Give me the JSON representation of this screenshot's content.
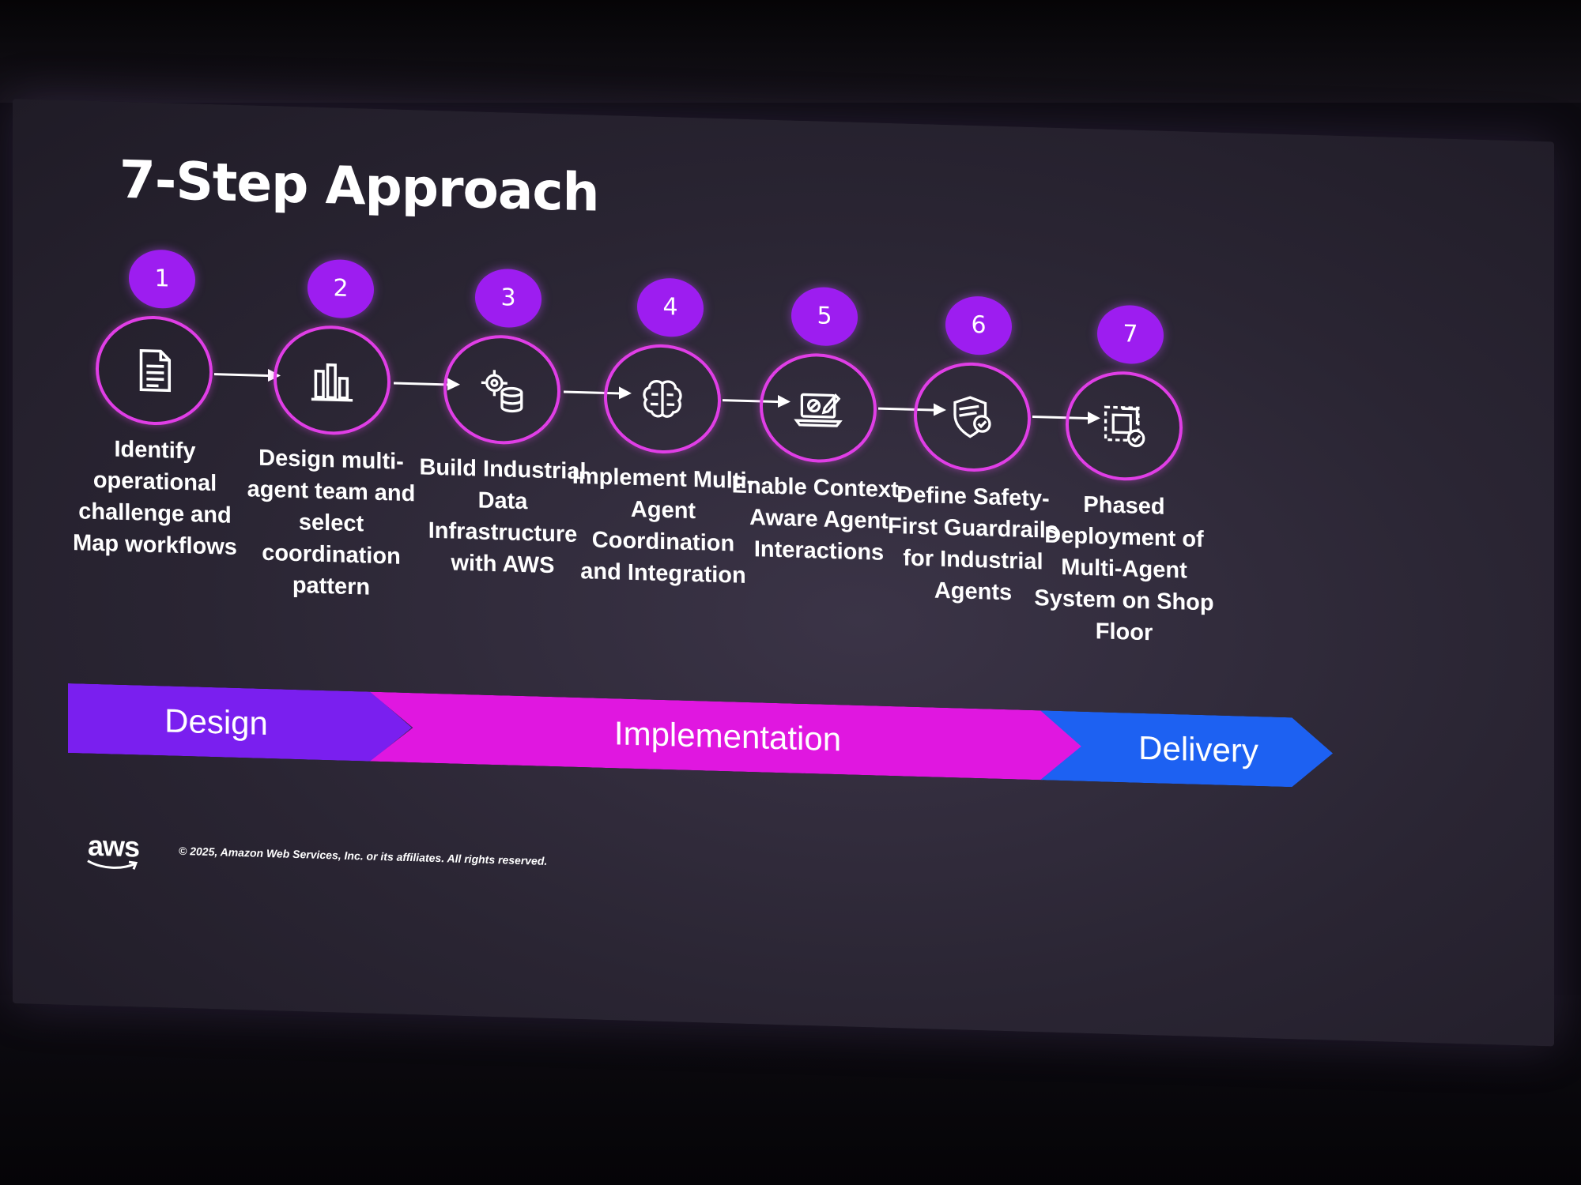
{
  "slide": {
    "title": "7-Step Approach",
    "steps": [
      {
        "number": "1",
        "icon": "document-icon",
        "label": "Identify operational challenge and Map workflows"
      },
      {
        "number": "2",
        "icon": "bar-chart-icon",
        "label": "Design multi-agent team and select coordination pattern"
      },
      {
        "number": "3",
        "icon": "gear-database-icon",
        "label": "Build Industrial Data Infrastructure with AWS"
      },
      {
        "number": "4",
        "icon": "brain-icon",
        "label": "Implement Multi-Agent Coordination and Integration"
      },
      {
        "number": "5",
        "icon": "laptop-edit-icon",
        "label": "Enable Context-Aware Agent Interactions"
      },
      {
        "number": "6",
        "icon": "shield-check-icon",
        "label": "Define Safety-First Guardrails for Industrial Agents"
      },
      {
        "number": "7",
        "icon": "deploy-check-icon",
        "label": "Phased Deployment of Multi-Agent System on Shop Floor"
      }
    ],
    "phases": [
      {
        "name": "Design"
      },
      {
        "name": "Implementation"
      },
      {
        "name": "Delivery"
      }
    ],
    "footer": {
      "logo_text": "aws",
      "copyright": "© 2025, Amazon Web Services, Inc. or its affiliates. All rights reserved."
    },
    "colors": {
      "accent_ring": "#e03ee6",
      "badge": "#9d1df0",
      "design_phase": "#7a1fef",
      "implementation_phase": "#e017e0",
      "delivery_phase": "#1d61f2"
    }
  }
}
